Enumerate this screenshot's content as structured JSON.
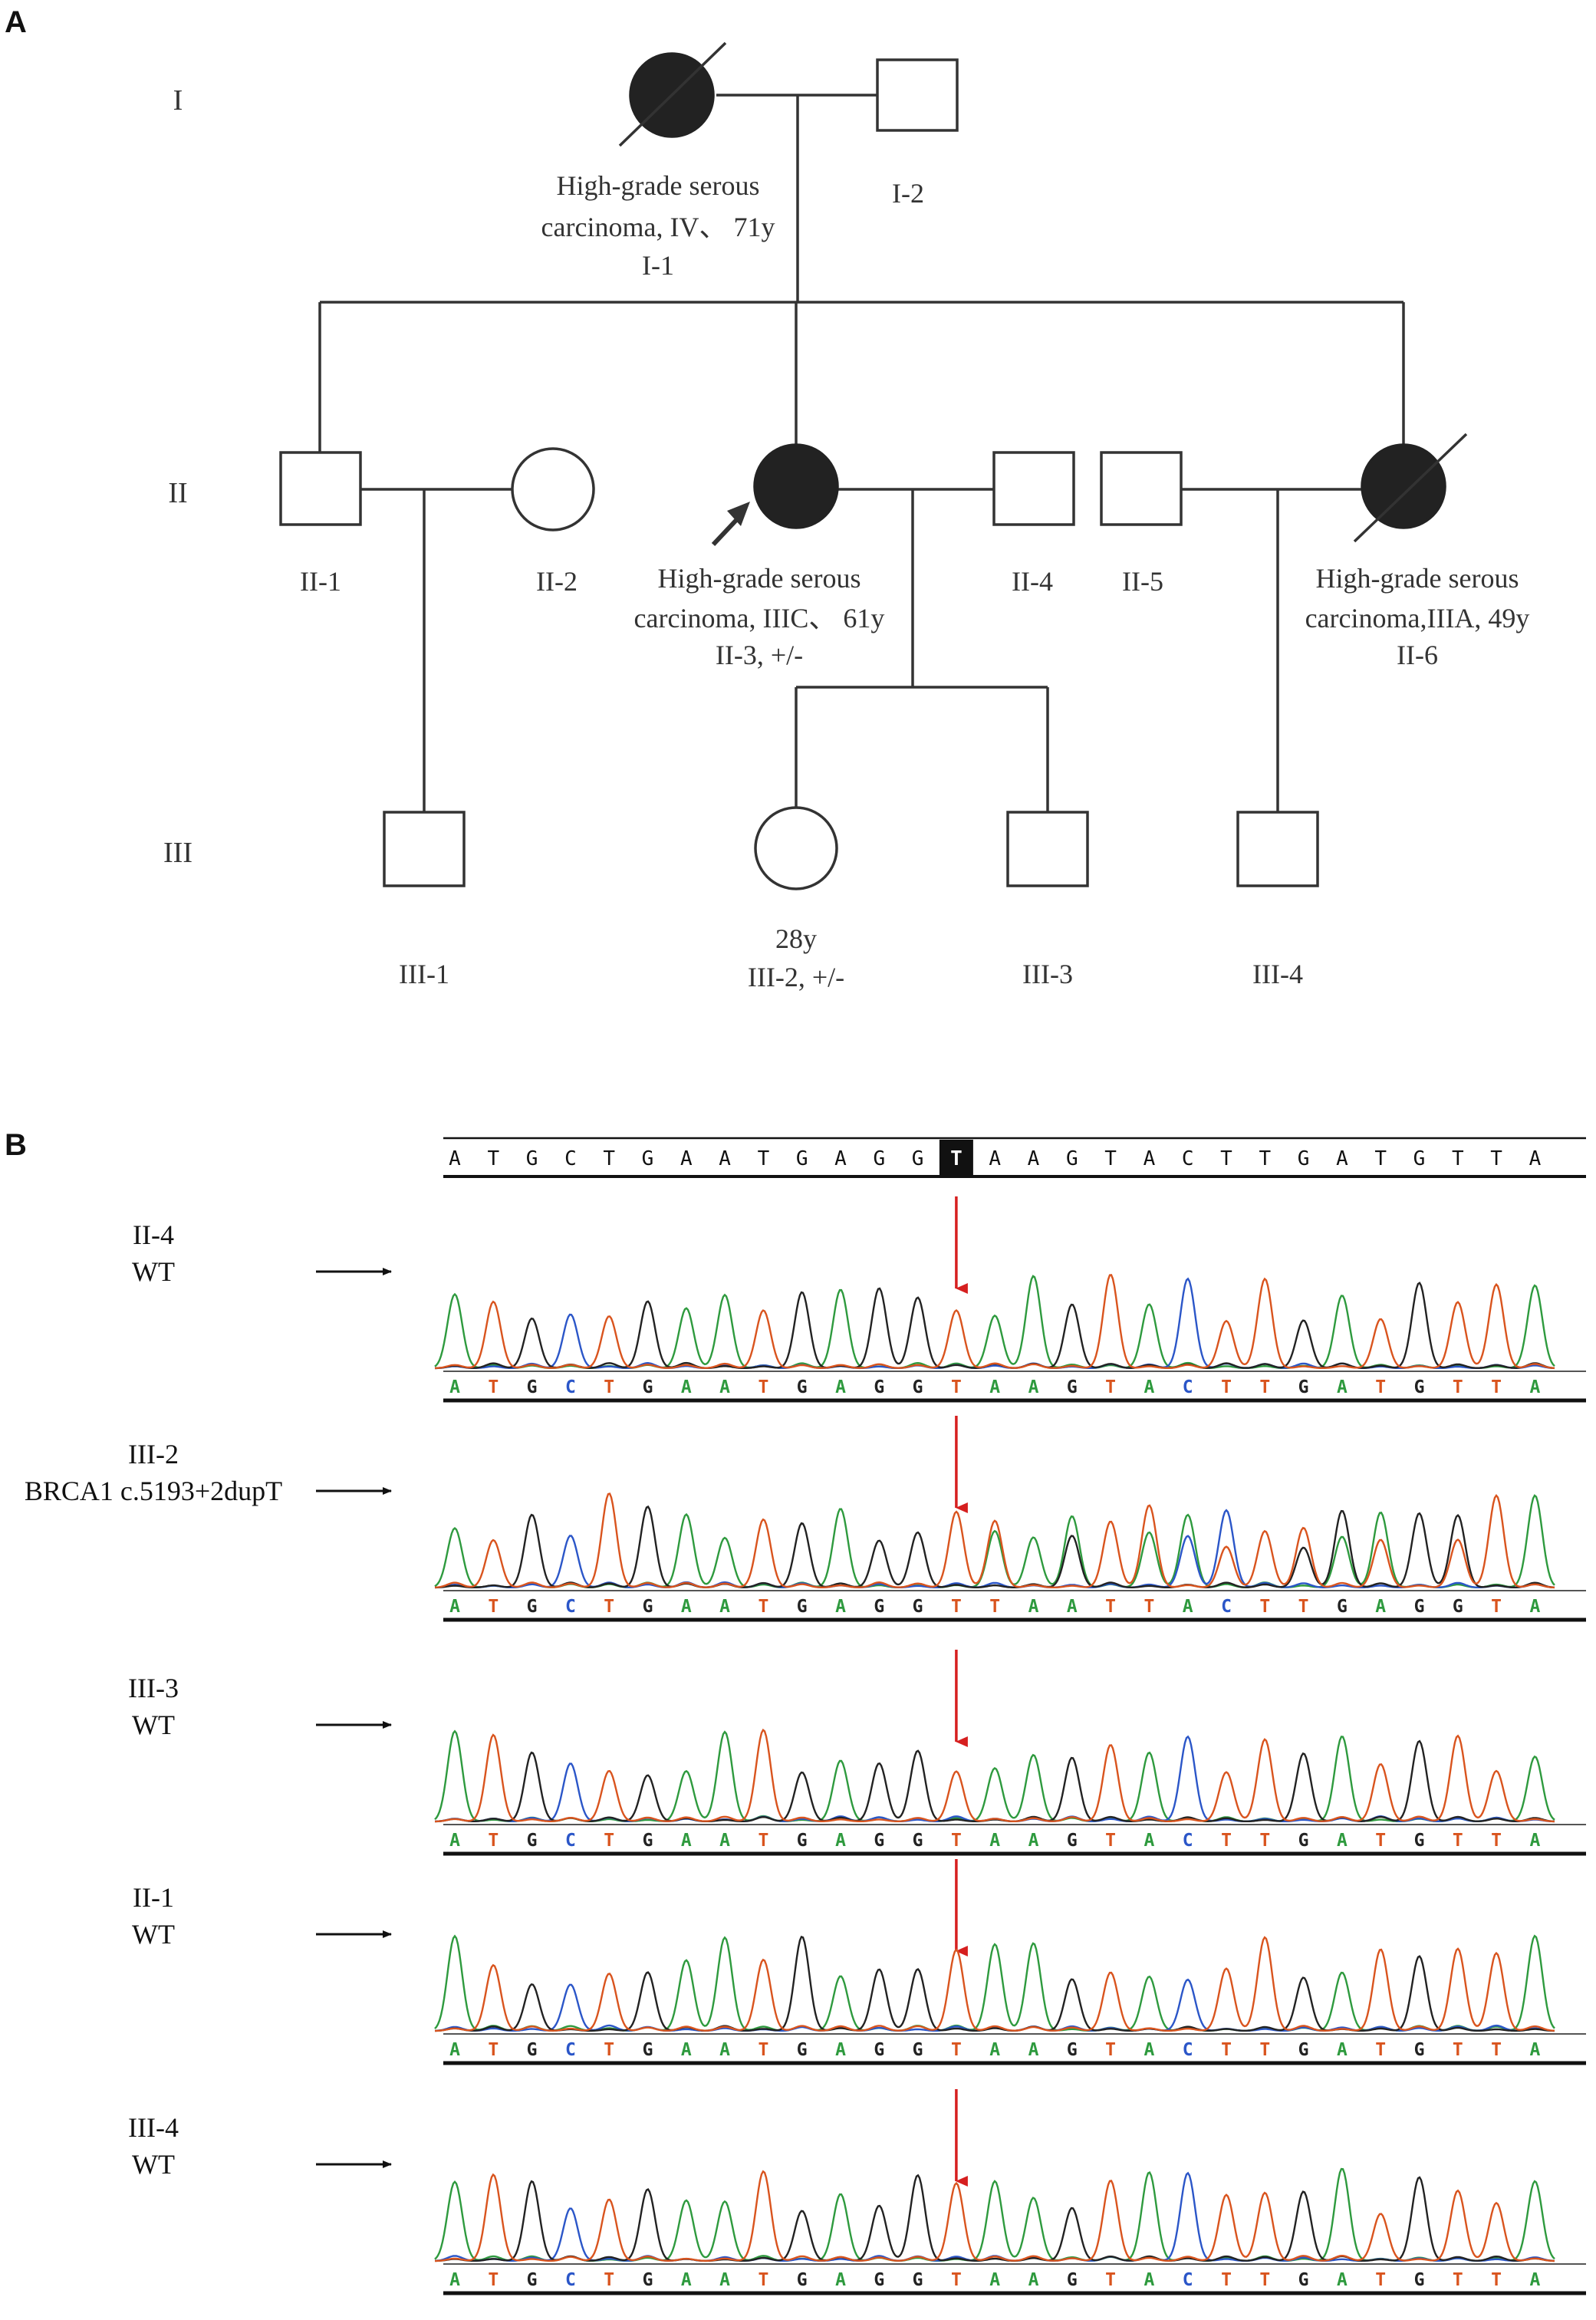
{
  "panel_a": {
    "label": "A",
    "generations": [
      "I",
      "II",
      "III"
    ],
    "individuals": [
      {
        "id": "I-1",
        "shape": "circle",
        "affected": true,
        "deceased": true,
        "note_lines": [
          "High-grade serous",
          "carcinoma, IV、 71y",
          "I-1"
        ]
      },
      {
        "id": "I-2",
        "shape": "square",
        "affected": false,
        "deceased": false,
        "note_lines": [
          "I-2"
        ]
      },
      {
        "id": "II-1",
        "shape": "square",
        "affected": false,
        "deceased": false,
        "note_lines": [
          "II-1"
        ]
      },
      {
        "id": "II-2",
        "shape": "circle",
        "affected": false,
        "deceased": false,
        "note_lines": [
          "II-2"
        ]
      },
      {
        "id": "II-3",
        "shape": "circle",
        "affected": true,
        "deceased": false,
        "proband": true,
        "note_lines": [
          "High-grade serous",
          "carcinoma, IIIC、 61y",
          "II-3, +/-"
        ]
      },
      {
        "id": "II-4",
        "shape": "square",
        "affected": false,
        "deceased": false,
        "note_lines": [
          "II-4"
        ]
      },
      {
        "id": "II-5",
        "shape": "square",
        "affected": false,
        "deceased": false,
        "note_lines": [
          "II-5"
        ]
      },
      {
        "id": "II-6",
        "shape": "circle",
        "affected": true,
        "deceased": true,
        "note_lines": [
          "High-grade serous",
          "carcinoma,IIIA, 49y",
          "II-6"
        ]
      },
      {
        "id": "III-1",
        "shape": "square",
        "affected": false,
        "deceased": false,
        "note_lines": [
          "III-1"
        ]
      },
      {
        "id": "III-2",
        "shape": "circle",
        "affected": false,
        "deceased": false,
        "note_lines": [
          "28y",
          "III-2, +/-"
        ]
      },
      {
        "id": "III-3",
        "shape": "square",
        "affected": false,
        "deceased": false,
        "note_lines": [
          "III-3"
        ]
      },
      {
        "id": "III-4",
        "shape": "square",
        "affected": false,
        "deceased": false,
        "note_lines": [
          "III-4"
        ]
      }
    ]
  },
  "panel_b": {
    "label": "B",
    "reference_sequence": "ATGCTGAATGAGGTAAGTACTTGATGTTA",
    "highlight_index": 13,
    "base_colors": {
      "A": "#2e9a3e",
      "T": "#d9541e",
      "G": "#222222",
      "C": "#2b56c8"
    },
    "traces": [
      {
        "id": "II-4",
        "status": "WT",
        "called_bases": "ATGCTGAATGAGGTAAGTACTTGATGTTA"
      },
      {
        "id": "III-2",
        "status": "BRCA1 c.5193+2dupT",
        "called_bases": "ATGCTGAATGAGGTTAATTACTTGAGGTA"
      },
      {
        "id": "III-3",
        "status": "WT",
        "called_bases": "ATGCTGAATGAGGTAAGTACTTGATGTTA"
      },
      {
        "id": "II-1",
        "status": "WT",
        "called_bases": "ATGCTGAATGAGGTAAGTACTTGATGTTA"
      },
      {
        "id": "III-4",
        "status": "WT",
        "called_bases": "ATGCTGAATGAGGTAAGTACTTGATGTTA"
      }
    ]
  }
}
